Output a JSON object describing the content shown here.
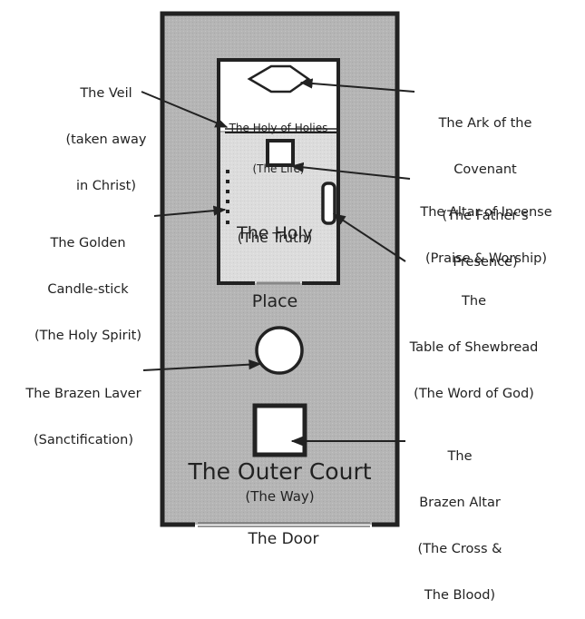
{
  "title": "Tabernacle Floor Plan",
  "colors": {
    "court_fill": "#b5b5b5",
    "holy_place_fill": "#dcdcdc",
    "holiest_fill": "#ffffff",
    "wall": "#222222",
    "furniture_fill": "#ffffff",
    "ark_outline": "#7a4a2a"
  },
  "areas": {
    "holy_of_holies": {
      "title": "The Holy of Holies",
      "subtitle": "(The Life)"
    },
    "holy_place": {
      "line1": "The Holy",
      "line2": "Place",
      "subtitle": "(The Truth)"
    },
    "outer_court": {
      "title": "The Outer Court",
      "subtitle": "(The Way)"
    },
    "door": "The Door"
  },
  "labels": {
    "veil": [
      "The Veil",
      "(taken away",
      "in Christ)"
    ],
    "ark": [
      "The Ark of the",
      "Covenant",
      "(The Father’s",
      "Presence)"
    ],
    "altar_of_incense": [
      "The Altar of Incense",
      "(Praise & Worship)"
    ],
    "candlestick": [
      "The Golden",
      "Candle-stick",
      "(The Holy Spirit)"
    ],
    "shewbread": [
      "The",
      "Table of Shewbread",
      "(The Word of God)"
    ],
    "laver": [
      "The Brazen Laver",
      "(Sanctification)"
    ],
    "brazen_altar": [
      "The",
      "Brazen Altar",
      "(The Cross &",
      "The Blood)"
    ]
  }
}
